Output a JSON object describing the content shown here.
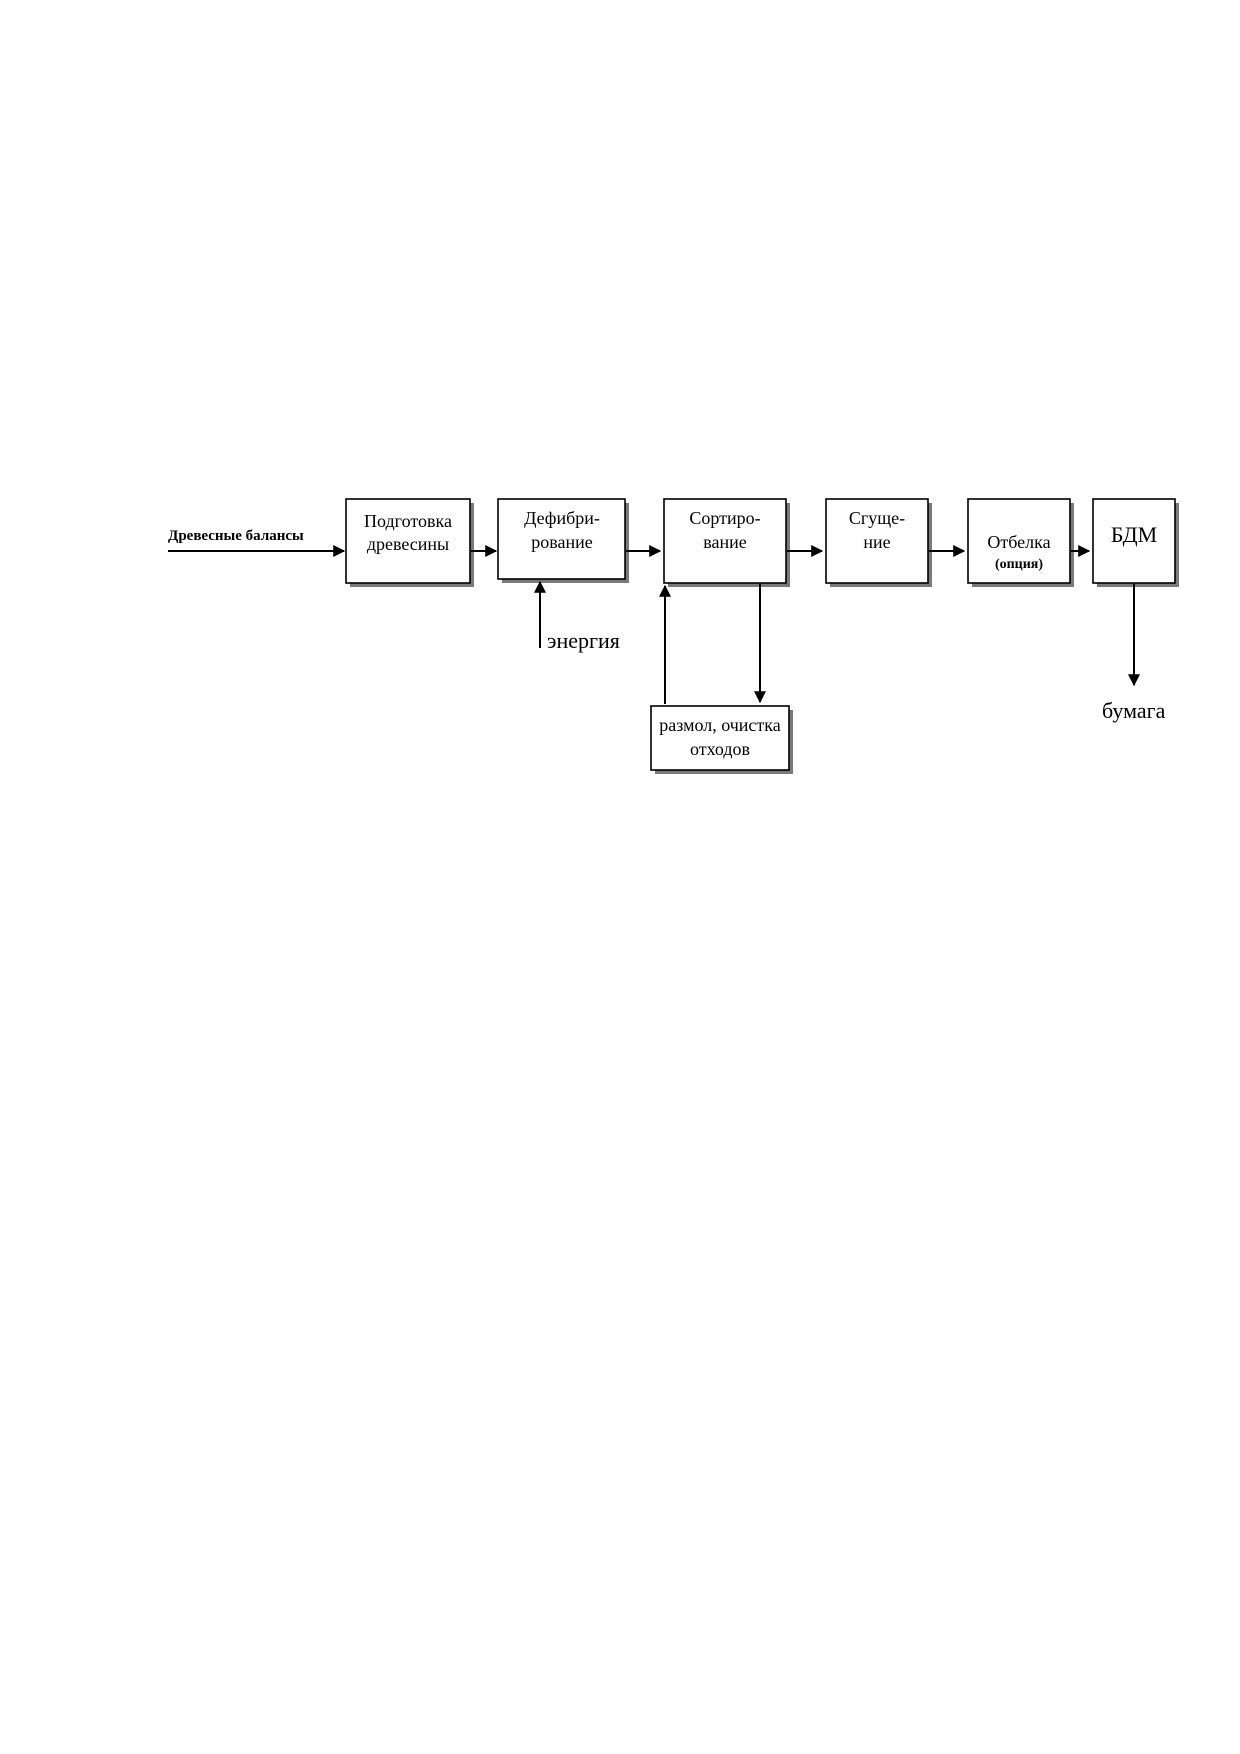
{
  "diagram": {
    "input_label": "Древесные балансы",
    "steps": [
      {
        "id": "prep",
        "lines": [
          "Подготовка",
          "древесины"
        ]
      },
      {
        "id": "defib",
        "lines": [
          "Дефибри-",
          "рование"
        ]
      },
      {
        "id": "sort",
        "lines": [
          "Сортиро-",
          "вание"
        ]
      },
      {
        "id": "thick",
        "lines": [
          "Сгуще-",
          "ние"
        ]
      },
      {
        "id": "bleach",
        "lines": [
          "Отбелка",
          "(опция)"
        ]
      },
      {
        "id": "bdm",
        "lines": [
          "БДМ"
        ]
      }
    ],
    "side_box": {
      "id": "refine",
      "lines": [
        "размол, очистка",
        "отходов"
      ]
    },
    "energy_label": "энергия",
    "output_label": "бумага"
  }
}
